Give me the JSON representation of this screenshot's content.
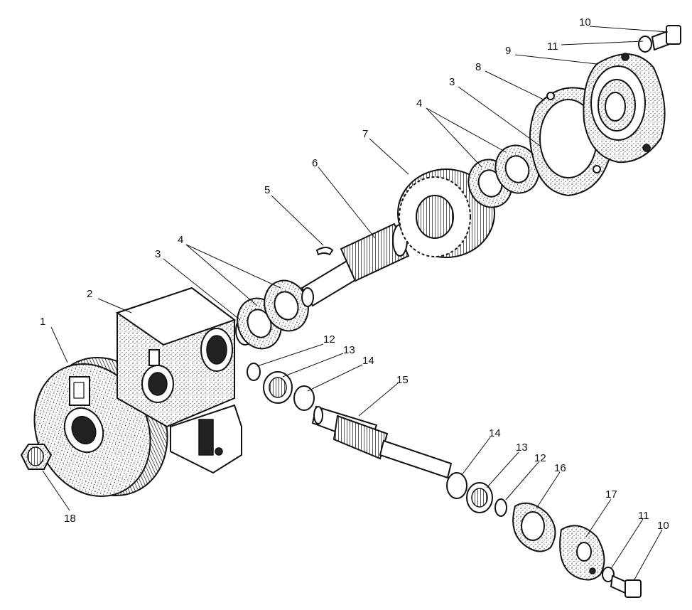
{
  "labels": [
    {
      "text": "1"
    },
    {
      "text": "2"
    },
    {
      "text": "3"
    },
    {
      "text": "4"
    },
    {
      "text": "5"
    },
    {
      "text": "6"
    },
    {
      "text": "7"
    },
    {
      "text": "3"
    },
    {
      "text": "4"
    },
    {
      "text": "8"
    },
    {
      "text": "9"
    },
    {
      "text": "10"
    },
    {
      "text": "11"
    },
    {
      "text": "12"
    },
    {
      "text": "13"
    },
    {
      "text": "14"
    },
    {
      "text": "15"
    },
    {
      "text": "14"
    },
    {
      "text": "13"
    },
    {
      "text": "12"
    },
    {
      "text": "16"
    },
    {
      "text": "17"
    },
    {
      "text": "11"
    },
    {
      "text": "10"
    },
    {
      "text": "18"
    }
  ]
}
